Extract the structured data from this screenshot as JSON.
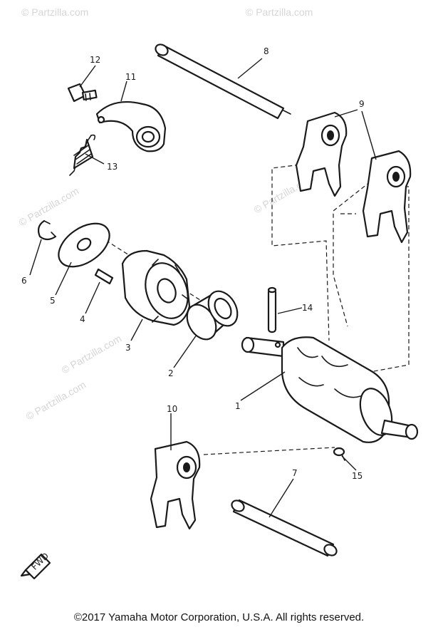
{
  "watermarks": [
    "© Partzilla.com",
    "© Partzilla.com",
    "© Partzilla.com",
    "© Partzilla.com",
    "© Partzilla.com",
    "© Partzilla.com"
  ],
  "callouts": {
    "p1": "1",
    "p2": "2",
    "p3": "3",
    "p4": "4",
    "p5": "5",
    "p6": "6",
    "p7": "7",
    "p8": "8",
    "p9": "9",
    "p10": "10",
    "p11": "11",
    "p12": "12",
    "p13": "13",
    "p14": "14",
    "p15": "15"
  },
  "fwd_label": "FWD",
  "copyright": "©2017 Yamaha Motor Corporation, U.S.A. All rights reserved."
}
